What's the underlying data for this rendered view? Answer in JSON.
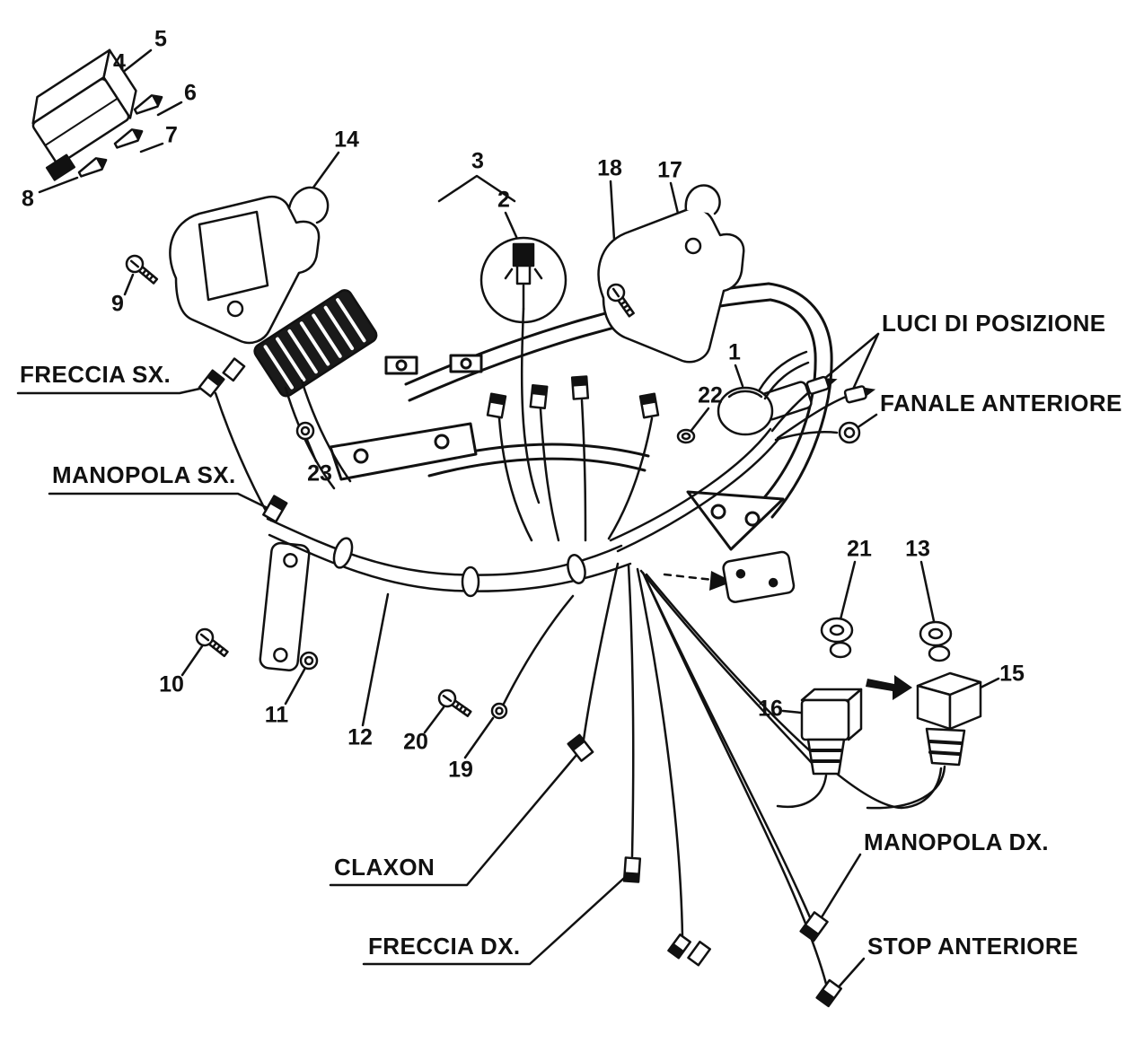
{
  "diagram": {
    "ink": "#111111",
    "background": "#ffffff",
    "callouts": {
      "c1": "1",
      "c2": "2",
      "c3": "3",
      "c4": "4",
      "c5": "5",
      "c6": "6",
      "c7": "7",
      "c8": "8",
      "c9": "9",
      "c10": "10",
      "c11": "11",
      "c12": "12",
      "c13": "13",
      "c14": "14",
      "c15": "15",
      "c16": "16",
      "c17": "17",
      "c18": "18",
      "c19": "19",
      "c20": "20",
      "c21": "21",
      "c22": "22",
      "c23": "23"
    },
    "labels": {
      "freccia_sx": "FRECCIA SX.",
      "manopola_sx": "MANOPOLA SX.",
      "luci_di_posizione": "LUCI DI POSIZIONE",
      "fanale_anteriore": "FANALE ANTERIORE",
      "claxon": "CLAXON",
      "freccia_dx": "FRECCIA DX.",
      "manopola_dx": "MANOPOLA DX.",
      "stop_anteriore": "STOP ANTERIORE"
    }
  }
}
